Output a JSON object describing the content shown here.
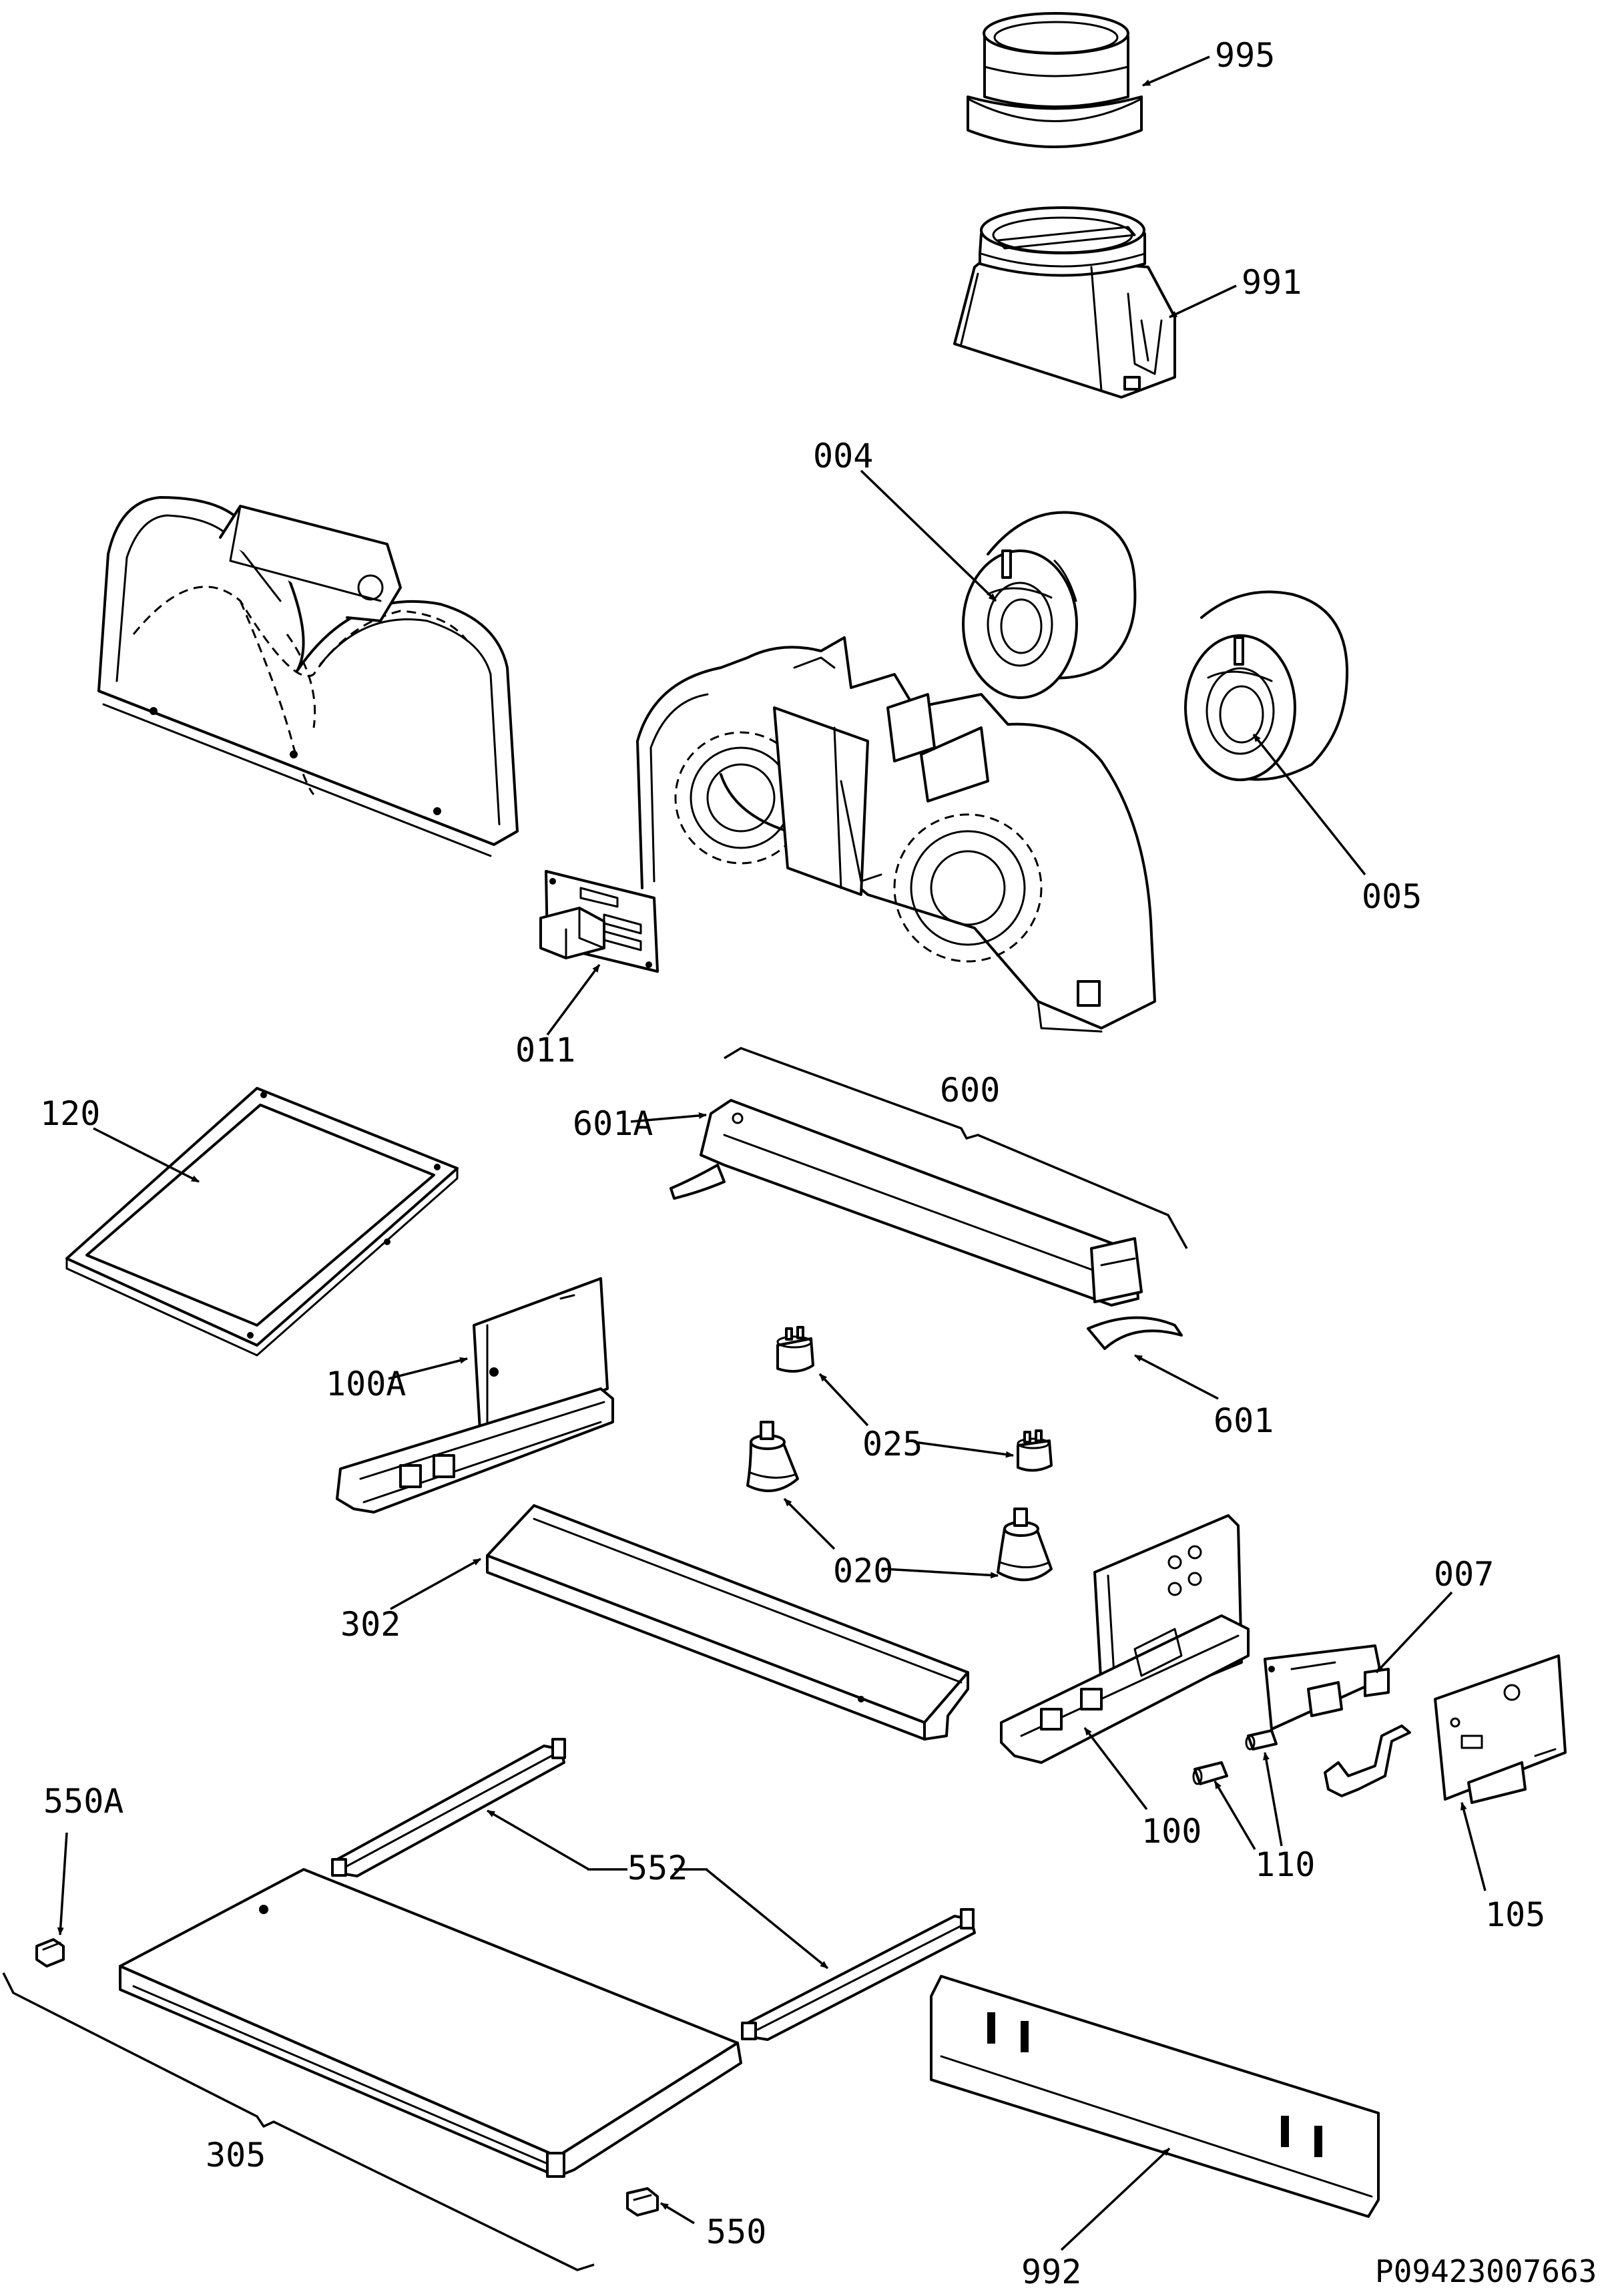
{
  "labels": {
    "p995": "995",
    "p991": "991",
    "p004": "004",
    "p005": "005",
    "p011": "011",
    "p120": "120",
    "p600": "600",
    "p601A": "601A",
    "p601": "601",
    "p100A": "100A",
    "p025": "025",
    "p020": "020",
    "p007": "007",
    "p302": "302",
    "p100": "100",
    "p110": "110",
    "p105": "105",
    "p550A": "550A",
    "p552": "552",
    "p305": "305",
    "p550": "550",
    "p992": "992"
  },
  "drawing_code": "P09423007663"
}
